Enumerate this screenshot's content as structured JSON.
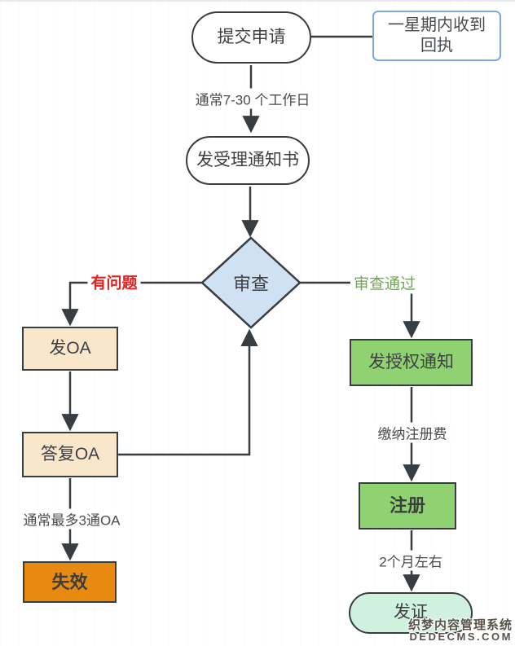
{
  "diagram": {
    "nodes": {
      "submit": {
        "label": "提交申请"
      },
      "receipt_note": {
        "label": "一星期内收到回执"
      },
      "acceptance": {
        "label": "发受理通知书"
      },
      "review": {
        "label": "审查"
      },
      "issue_oa": {
        "label": "发OA"
      },
      "reply_oa": {
        "label": "答复OA"
      },
      "invalid": {
        "label": "失效"
      },
      "grant_notice": {
        "label": "发授权通知"
      },
      "register": {
        "label": "注册"
      },
      "certificate": {
        "label": "发证"
      }
    },
    "edge_labels": {
      "to_acceptance": "通常7-30 个工作日",
      "has_problem": "有问题",
      "review_pass": "审查通过",
      "max_oa": "通常最多3通OA",
      "pay_fee": "缴纳注册费",
      "two_months": "2个月左右"
    },
    "colors": {
      "line": "#383d42",
      "diamond_fill": "#cfe1f3",
      "peach_fill": "#fae6cb",
      "orange_fill": "#e98a10",
      "green_fill": "#90d271",
      "mint_fill": "#d0f1de",
      "note_border": "#7ca7e9",
      "problem_label": "#e3211f",
      "pass_label": "#6fa853"
    }
  },
  "watermark": {
    "line1": "织梦内容管理系统",
    "line2": "DEDECMS.COM"
  }
}
